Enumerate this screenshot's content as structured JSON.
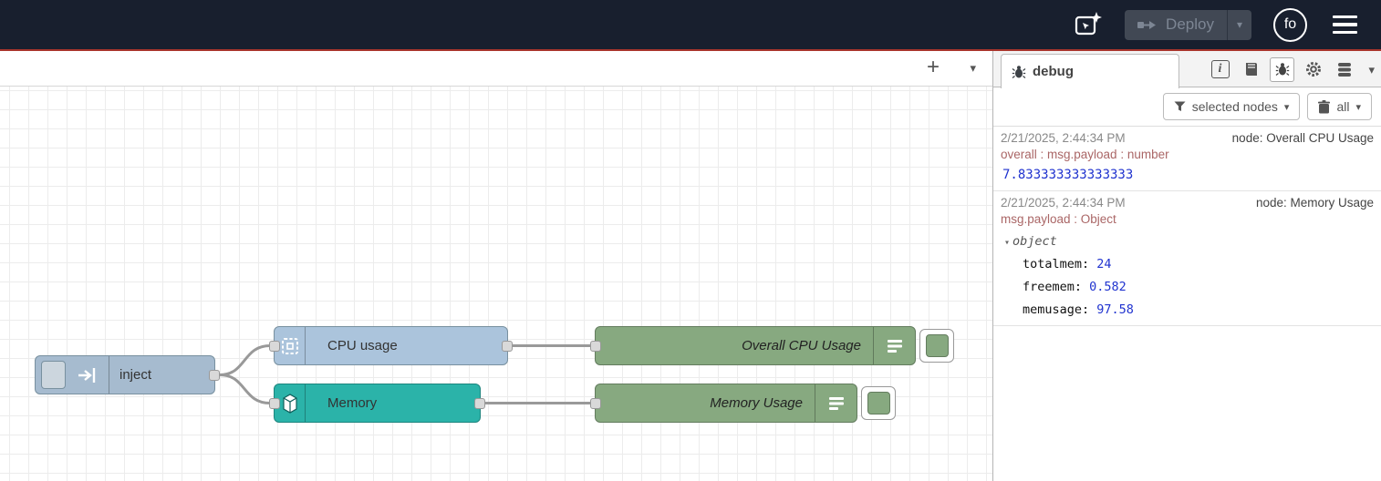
{
  "header": {
    "deploy": {
      "label": "Deploy"
    },
    "user": {
      "initials": "fo"
    }
  },
  "icons": {
    "plus": "+",
    "chevron_down": "▾"
  },
  "flow": {
    "inject_label": "inject",
    "cpu_label": "CPU usage",
    "memory_label": "Memory",
    "debug_cpu_label": "Overall CPU Usage",
    "debug_mem_label": "Memory Usage"
  },
  "sidebar": {
    "tab_label": "debug",
    "filter_button": "selected nodes",
    "clear_button": "all",
    "messages": [
      {
        "timestamp": "2/21/2025, 2:44:34 PM",
        "node": "node: Overall CPU Usage",
        "meta": "overall : msg.payload : number",
        "value": "7.833333333333333"
      },
      {
        "timestamp": "2/21/2025, 2:44:34 PM",
        "node": "node: Memory Usage",
        "meta": "msg.payload : Object",
        "object_label": "object",
        "fields": [
          {
            "key": "totalmem: ",
            "value": "24"
          },
          {
            "key": "freemem: ",
            "value": "0.582"
          },
          {
            "key": "memusage: ",
            "value": "97.58"
          }
        ]
      }
    ]
  },
  "colors": {
    "header_bg": "#181f2e",
    "header_accent_line": "#a8352c",
    "inject_node": "#a6bbcf",
    "cpu_node": "#abc4dc",
    "memory_node": "#2bb3a9",
    "debug_node": "#87a980",
    "wire": "#999999",
    "meta_text": "#aa6666",
    "value_text": "#2033cf"
  }
}
